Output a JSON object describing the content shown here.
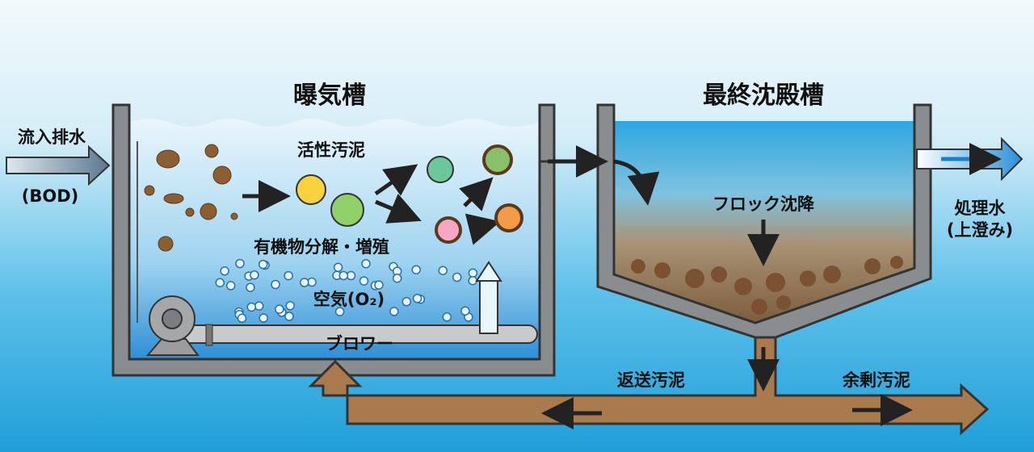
{
  "aeration_tank": {
    "title": "曝気槽",
    "activated_sludge": "活性汚泥",
    "decomposition": "有機物分解・増殖",
    "air": "空気(O₂)",
    "blower": "ブロワー"
  },
  "clarifier": {
    "title": "最終沈殿槽",
    "floc_settling": "フロック沈降"
  },
  "inflow": {
    "label": "流入排水",
    "sub": "(BOD)"
  },
  "outflow": {
    "label": "処理水",
    "sub": "(上澄み)"
  },
  "sludge": {
    "return": "返送汚泥",
    "excess": "余剰汚泥"
  },
  "colors": {
    "wall": "#8a8d90",
    "sludge_pipe": "#a97a4e",
    "water": "#4fb3e6"
  }
}
